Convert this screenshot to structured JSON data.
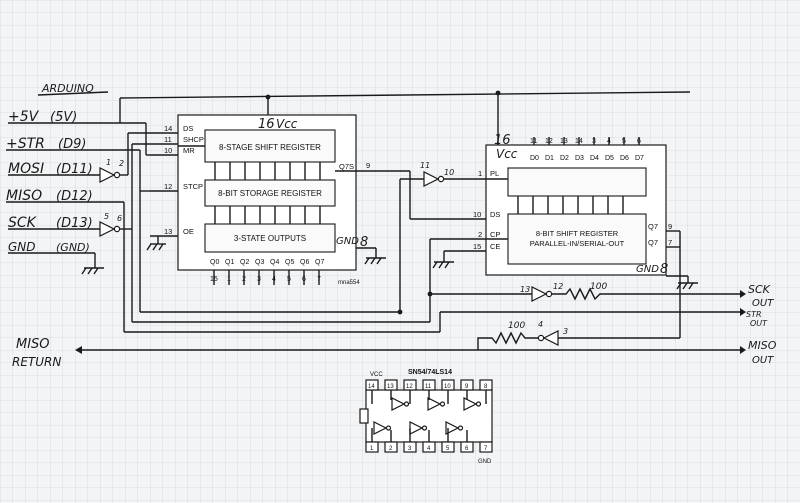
{
  "arduino": {
    "title": "ARDUINO",
    "pins": [
      {
        "name": "+5V",
        "pin": "(5V)"
      },
      {
        "name": "+STR",
        "pin": "(D9)"
      },
      {
        "name": "MOSI",
        "pin": "(D11)"
      },
      {
        "name": "MISO",
        "pin": "(D12)"
      },
      {
        "name": "SCK",
        "pin": "(D13)"
      },
      {
        "name": "GND",
        "pin": "(GND)"
      }
    ]
  },
  "hc595": {
    "vcc_label": "Vcc",
    "vcc_pin": "16",
    "left_pins": [
      {
        "num": "14",
        "name": "DS"
      },
      {
        "num": "11",
        "name": "SHCP"
      },
      {
        "num": "10",
        "name": "MR"
      },
      {
        "num": "12",
        "name": "STCP"
      },
      {
        "num": "13",
        "name": "OE"
      }
    ],
    "shift_block": "8-STAGE SHIFT REGISTER",
    "storage_block": "8-BIT STORAGE REGISTER",
    "output_block": "3-STATE OUTPUTS",
    "q7s_label": "Q7S",
    "q7s_pin": "9",
    "outputs": [
      "Q0",
      "Q1",
      "Q2",
      "Q3",
      "Q4",
      "Q5",
      "Q6",
      "Q7"
    ],
    "output_pins": [
      "15",
      "1",
      "2",
      "3",
      "4",
      "5",
      "6",
      "7"
    ],
    "gnd_label": "GND",
    "gnd_pin": "8",
    "ref": "mna554"
  },
  "hc165": {
    "vcc_label": "Vcc",
    "vcc_pin": "16",
    "inputs": [
      "D0",
      "D1",
      "D2",
      "D3",
      "D4",
      "D5",
      "D6",
      "D7"
    ],
    "input_pins": [
      "11",
      "12",
      "13",
      "14",
      "3",
      "4",
      "5",
      "6"
    ],
    "left_pins": [
      {
        "num": "1",
        "name": "PL"
      },
      {
        "num": "10",
        "name": "DS"
      },
      {
        "num": "2",
        "name": "CP"
      },
      {
        "num": "15",
        "name": "CE"
      }
    ],
    "block_line1": "8-BIT SHIFT REGISTER",
    "block_line2": "PARALLEL-IN/SERIAL-OUT",
    "right_pins": [
      {
        "name": "Q7",
        "num": "9"
      },
      {
        "name": "Q7",
        "num": "7"
      }
    ],
    "gnd_label": "GND",
    "gnd_pin": "8"
  },
  "inverters": {
    "mosi_in": "1",
    "mosi_out": "2",
    "sck_in": "5",
    "sck_out": "6",
    "str_in": "11",
    "str_out": "10",
    "sck_buf_in": "13",
    "sck_buf_out": "12",
    "miso_in": "3",
    "miso_out": "4"
  },
  "resistors": {
    "r1": "100",
    "r2": "100"
  },
  "outputs": {
    "sck": [
      "SCK",
      "OUT"
    ],
    "str": [
      "STR",
      "OUT"
    ],
    "miso": [
      "MISO",
      "OUT"
    ],
    "miso_return": [
      "MISO",
      "RETURN"
    ]
  },
  "ls14": {
    "title": "SN54/74LS14",
    "vcc": "VCC",
    "gnd": "GND",
    "top_pins": [
      "14",
      "13",
      "12",
      "11",
      "10",
      "9",
      "8"
    ],
    "bottom_pins": [
      "1",
      "2",
      "3",
      "4",
      "5",
      "6",
      "7"
    ]
  }
}
